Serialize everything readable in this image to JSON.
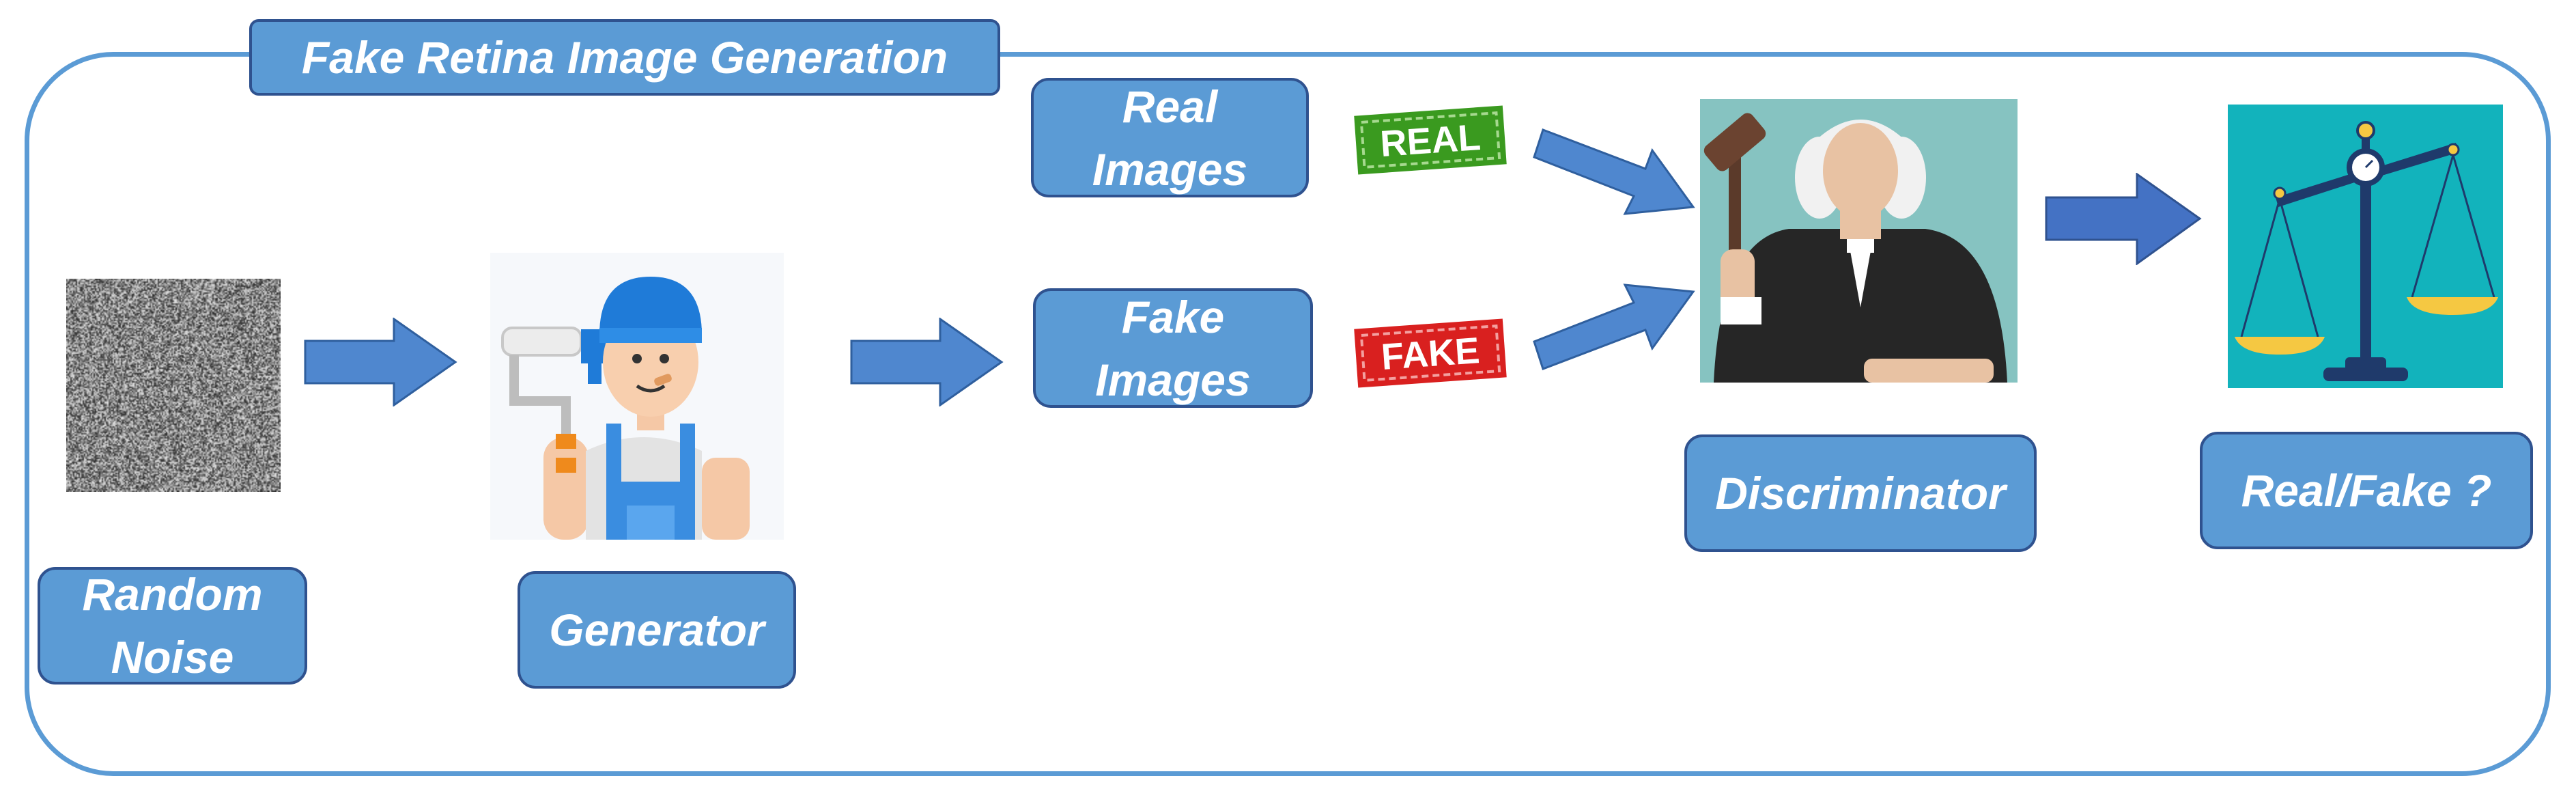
{
  "title": "Fake Retina Image Generation",
  "labels": {
    "random_noise": "Random\nNoise",
    "generator": "Generator",
    "real_images": "Real\nImages",
    "fake_images": "Fake\nImages",
    "discriminator": "Discriminator",
    "real_fake": "Real/Fake ?"
  },
  "stamps": {
    "real": "REAL",
    "fake": "FAKE"
  },
  "icons": {
    "noise": "random-noise-image",
    "generator": "painter-with-roller-icon",
    "discriminator": "judge-with-gavel-icon",
    "result": "balance-scale-icon"
  },
  "colors": {
    "frame": "#5b9bd5",
    "box_fill": "#5b9bd5",
    "box_border": "#2f528f",
    "arrow": "#4f87cf",
    "stamp_real": "#3a9a1f",
    "stamp_fake": "#d9201f",
    "judge_bg": "#86c3c1",
    "scale_bg": "#12b3bc"
  }
}
